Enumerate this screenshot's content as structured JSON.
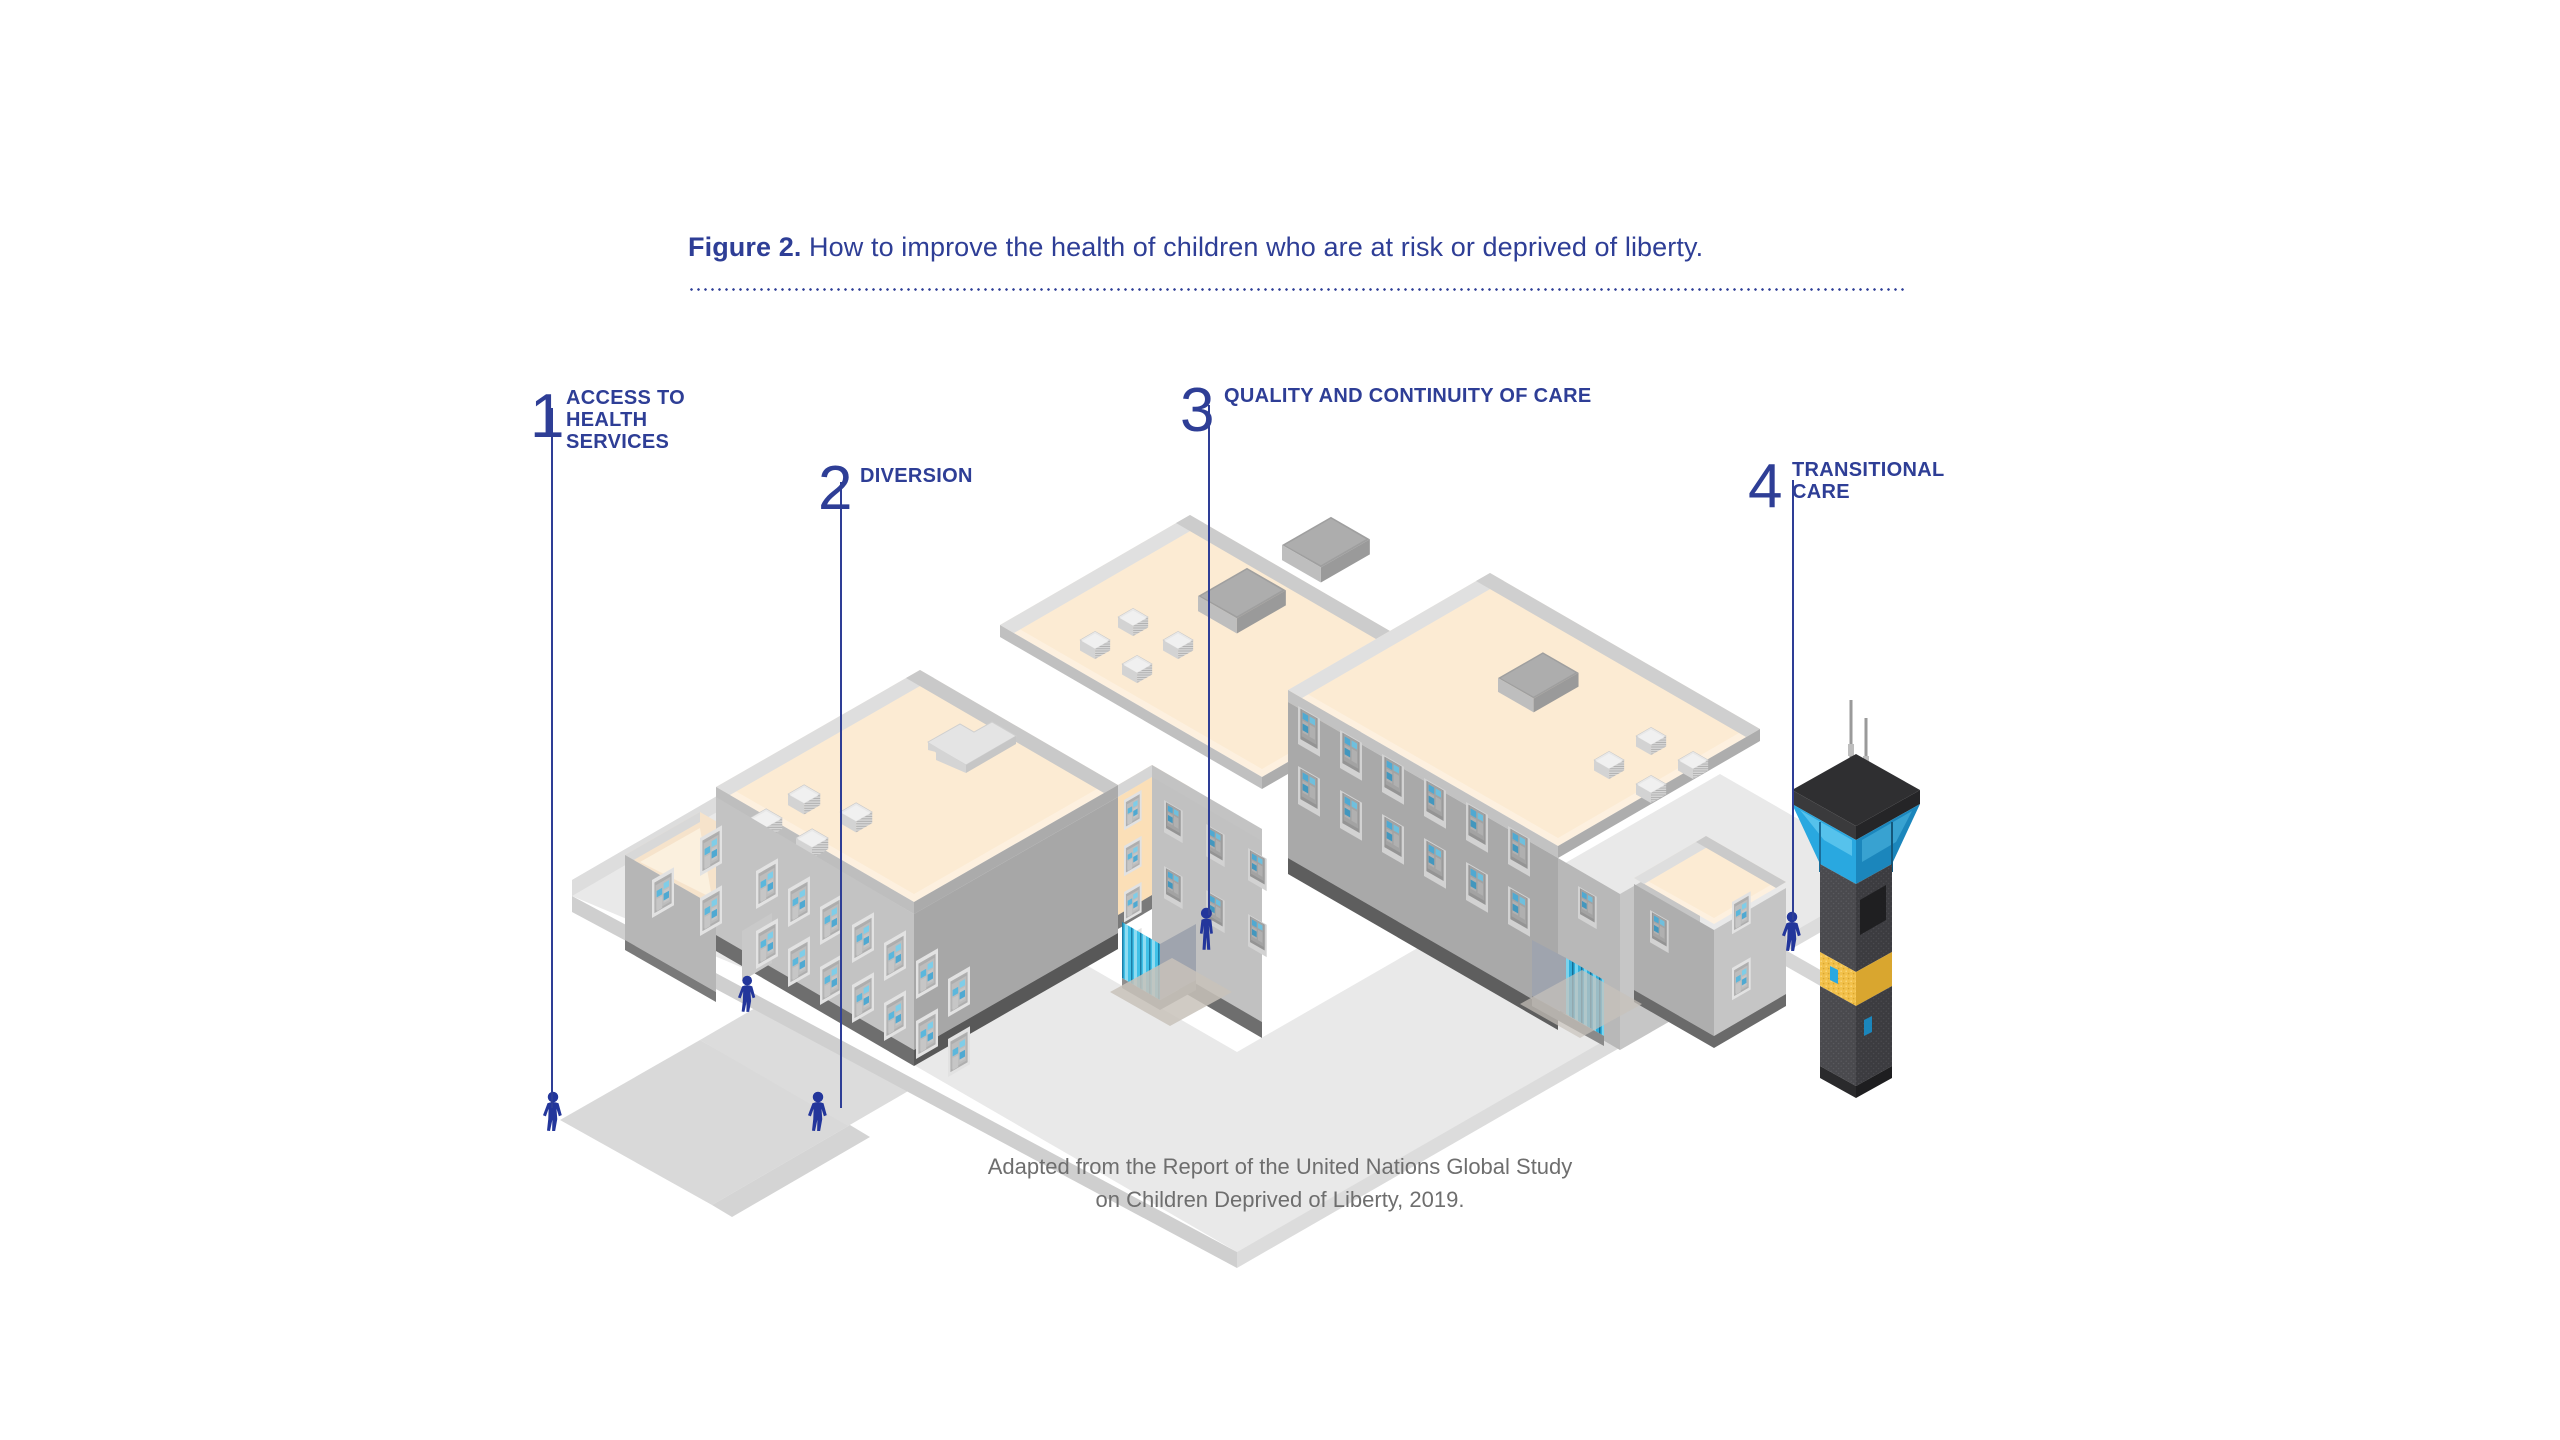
{
  "figure": {
    "label": "Figure 2.",
    "description": "How to improve the health of children who are at risk or deprived of liberty."
  },
  "callouts": [
    {
      "number": "1",
      "lines": [
        "ACCESS TO",
        "HEALTH",
        "SERVICES"
      ]
    },
    {
      "number": "2",
      "lines": [
        "DIVERSION"
      ]
    },
    {
      "number": "3",
      "lines": [
        "QUALITY AND CONTINUITY OF CARE"
      ]
    },
    {
      "number": "4",
      "lines": [
        "TRANSITIONAL",
        "CARE"
      ]
    }
  ],
  "source_caption": {
    "line1": "Adapted from the Report of the United Nations Global Study",
    "line2": "on Children Deprived of Liberty, 2019."
  },
  "colors": {
    "brand_blue": "#2E3E96",
    "figure_person": "#23369B",
    "roof_cream": "#FDF0DF",
    "roof_cream_shade": "#F6E3CB",
    "wall_light": "#C9C9C9",
    "wall_mid": "#B4B4B4",
    "wall_dark": "#9E9E9E",
    "wall_darker": "#8C8C8C",
    "parapet": "#D8D8D8",
    "base_shadow": "#6B6B6B",
    "ground": "#E9E9E9",
    "ground_edge": "#D4D4D4",
    "path": "#D6D6D6",
    "window_glass": "#5BB7DC",
    "entrance_glass": "#3FC1E8",
    "tower_dark": "#3A3A3C",
    "tower_body": "#4A4A4E",
    "tower_glass": "#29A8E0",
    "tower_band": "#F2C14B",
    "caption_gray": "#6E6E6E"
  },
  "scene": {
    "illustration_name": "isometric-detention-facility-complex",
    "figures_count": 4,
    "watchtower_present": true
  }
}
